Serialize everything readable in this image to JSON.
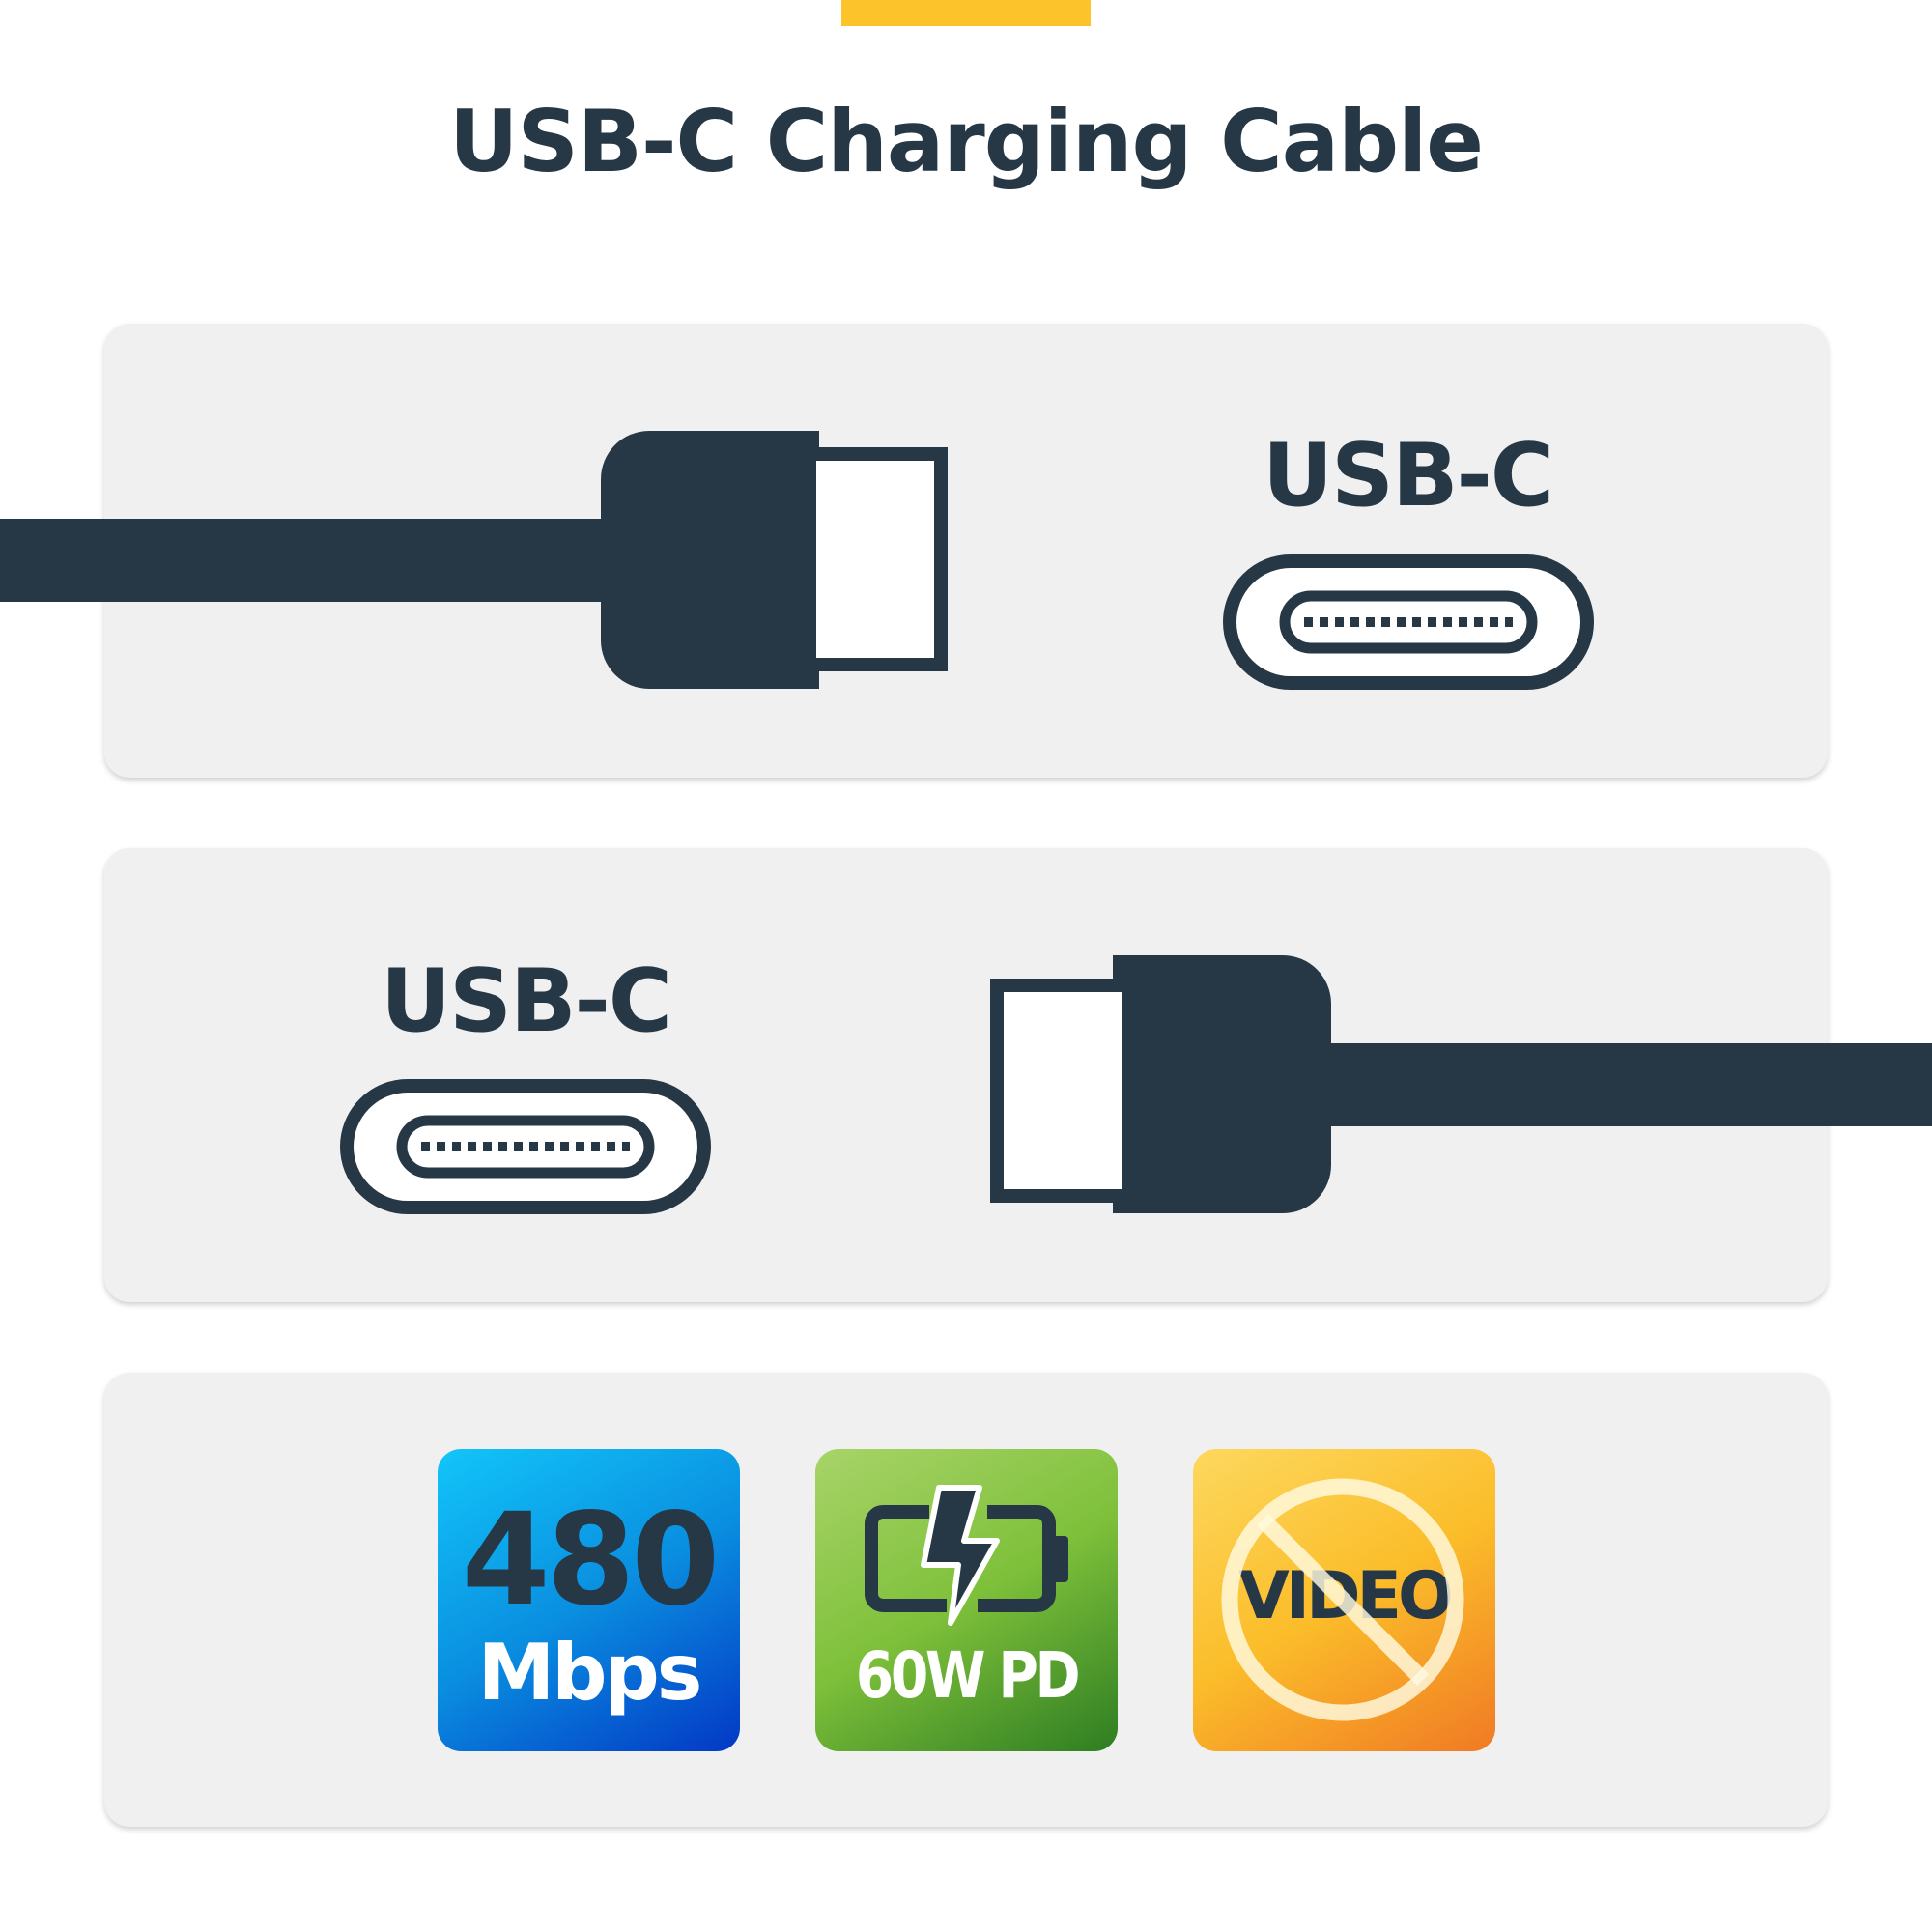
{
  "title": "USB-C Charging Cable",
  "connectors": [
    {
      "label": "USB-C"
    },
    {
      "label": "USB-C"
    }
  ],
  "features": {
    "speed": {
      "value": "480",
      "unit": "Mbps"
    },
    "power": {
      "label": "60W PD",
      "icon": "battery-charging-icon"
    },
    "video": {
      "label": "VIDEO",
      "icon": "prohibited-icon"
    }
  },
  "colors": {
    "accent": "#fdc32a",
    "ink": "#263746",
    "panel": "#f0f0f0",
    "speed_badge": "#0a8fe0",
    "power_badge": "#7ec03a",
    "video_badge": "#fbbd2a"
  }
}
